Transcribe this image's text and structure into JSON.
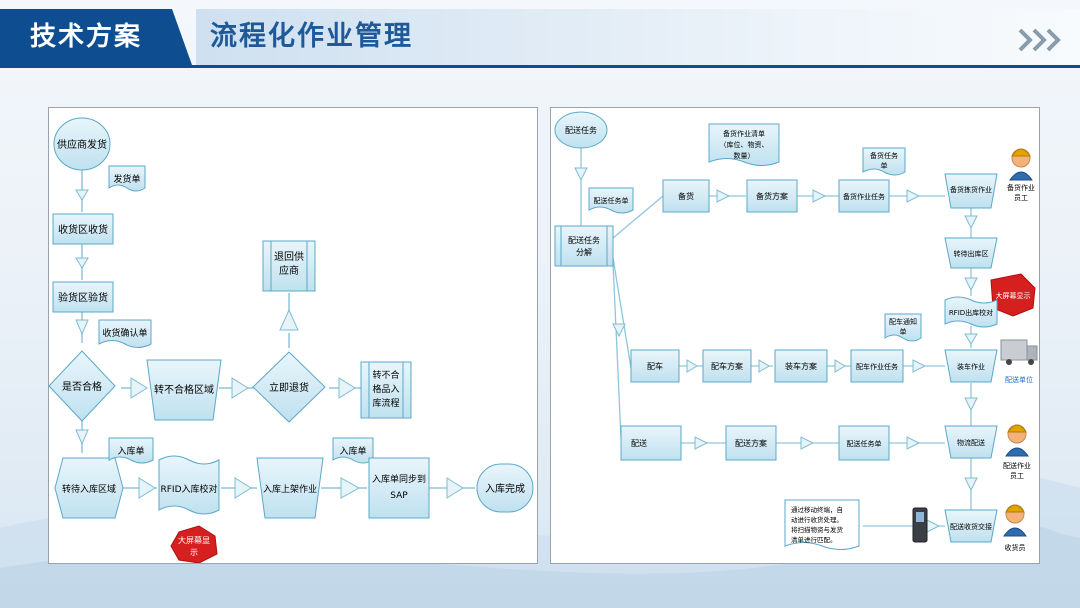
{
  "header": {
    "section": "技术方案",
    "title": "流程化作业管理"
  },
  "flow1": {
    "supplier_ship": "供应商发货",
    "delivery_note": "发货单",
    "receive": "收货区收货",
    "inspect": "验货区验货",
    "receipt_confirm": "收货确认单",
    "qualified": "是否合格",
    "to_unqualified_zone": "转不合格区域",
    "immediate_return": "立即退货",
    "return_supplier_1": "退回供",
    "return_supplier_2": "应商",
    "unqual_flow_1": "转不合",
    "unqual_flow_2": "格品入",
    "unqual_flow_3": "库流程",
    "to_inbound_zone": "转待入库区域",
    "inbound_note_1": "入库单",
    "rfid_check": "RFID入库校对",
    "shelving": "入库上架作业",
    "inbound_note_2": "入库单",
    "sync_1": "入库单同步到",
    "sync_2": "SAP",
    "done": "入库完成",
    "big_screen_1": "大屏幕显",
    "big_screen_2": "示"
  },
  "flow2": {
    "delivery_task": "配送任务",
    "delivery_task_doc": "配送任务单",
    "task_split_1": "配送任务",
    "task_split_2": "分解",
    "prep_list_1": "备货作业清单",
    "prep_list_2": "（库位、物资、",
    "prep_list_3": "数量）",
    "prep_task_doc_1": "备货任务",
    "prep_task_doc_2": "单",
    "prep": "备货",
    "prep_plan": "备货方案",
    "prep_task": "备货作业任务",
    "prep_picking": "备货拣货作业",
    "prep_worker_1": "备货作业",
    "prep_worker_2": "员工",
    "to_outbound_zone": "转待出库区",
    "big_screen": "大屏幕显示",
    "rfid_out": "RFID出库校对",
    "load_notice_1": "配车通知",
    "load_notice_2": "单",
    "vehicle": "配车",
    "vehicle_plan": "配车方案",
    "loading_plan": "装车方案",
    "vehicle_task": "配车作业任务",
    "loading": "装车作业",
    "delivery_unit": "配送单位",
    "dispatch": "配送",
    "dispatch_plan": "配送方案",
    "dispatch_task_doc": "配送任务单",
    "logistics": "物流配送",
    "dispatch_worker_1": "配送作业",
    "dispatch_worker_2": "员工",
    "mobile_note_1": "通过移动终端，自",
    "mobile_note_2": "动进行收货处理。",
    "mobile_note_3": "将扫描物资与发货",
    "mobile_note_4": "清单进行匹配。",
    "handover": "配送收货交接",
    "receiver": "收货员"
  }
}
